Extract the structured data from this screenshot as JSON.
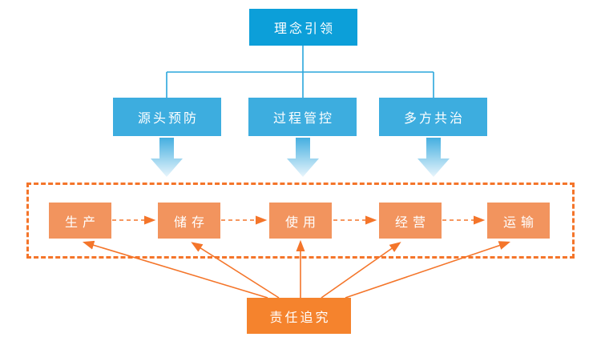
{
  "diagram": {
    "hierarchy": {
      "root": {
        "label": "理念引领"
      },
      "branches": [
        {
          "label": "源头预防"
        },
        {
          "label": "过程管控"
        },
        {
          "label": "多方共治"
        }
      ]
    },
    "process_chain": {
      "items": [
        {
          "label": "生产"
        },
        {
          "label": "储存"
        },
        {
          "label": "使用"
        },
        {
          "label": "经营"
        },
        {
          "label": "运输"
        }
      ],
      "flow": "生产 → 储存 → 使用 → 经营 → 运输 (dashed arrows, left to right)"
    },
    "accountability": {
      "label": "责任追究",
      "targets": [
        "生产",
        "储存",
        "使用",
        "经营",
        "运输"
      ]
    },
    "edges": [
      {
        "from": "理念引领",
        "to": "源头预防",
        "style": "solid-blue-line"
      },
      {
        "from": "理念引领",
        "to": "过程管控",
        "style": "solid-blue-line"
      },
      {
        "from": "理念引领",
        "to": "多方共治",
        "style": "solid-blue-line"
      },
      {
        "from": "源头预防",
        "to": "dashed-frame",
        "style": "thick-gradient-arrow"
      },
      {
        "from": "过程管控",
        "to": "dashed-frame",
        "style": "thick-gradient-arrow"
      },
      {
        "from": "多方共治",
        "to": "dashed-frame",
        "style": "thick-gradient-arrow"
      },
      {
        "from": "责任追究",
        "to": "生产",
        "style": "solid-orange-arrow"
      },
      {
        "from": "责任追究",
        "to": "储存",
        "style": "solid-orange-arrow"
      },
      {
        "from": "责任追究",
        "to": "使用",
        "style": "solid-orange-arrow"
      },
      {
        "from": "责任追究",
        "to": "经营",
        "style": "solid-orange-arrow"
      },
      {
        "from": "责任追究",
        "to": "运输",
        "style": "solid-orange-arrow"
      }
    ],
    "colors": {
      "root_blue": "#0c9fd9",
      "branch_blue": "#3daddf",
      "tree_line_blue": "#2aa7dc",
      "gradient_arrow_top": "#45afe0",
      "gradient_arrow_bottom": "#e8f5fc",
      "chain_orange": "#f2945e",
      "accountability_orange": "#f5832d",
      "line_orange": "#f4752a",
      "text": "#ffffff"
    }
  }
}
